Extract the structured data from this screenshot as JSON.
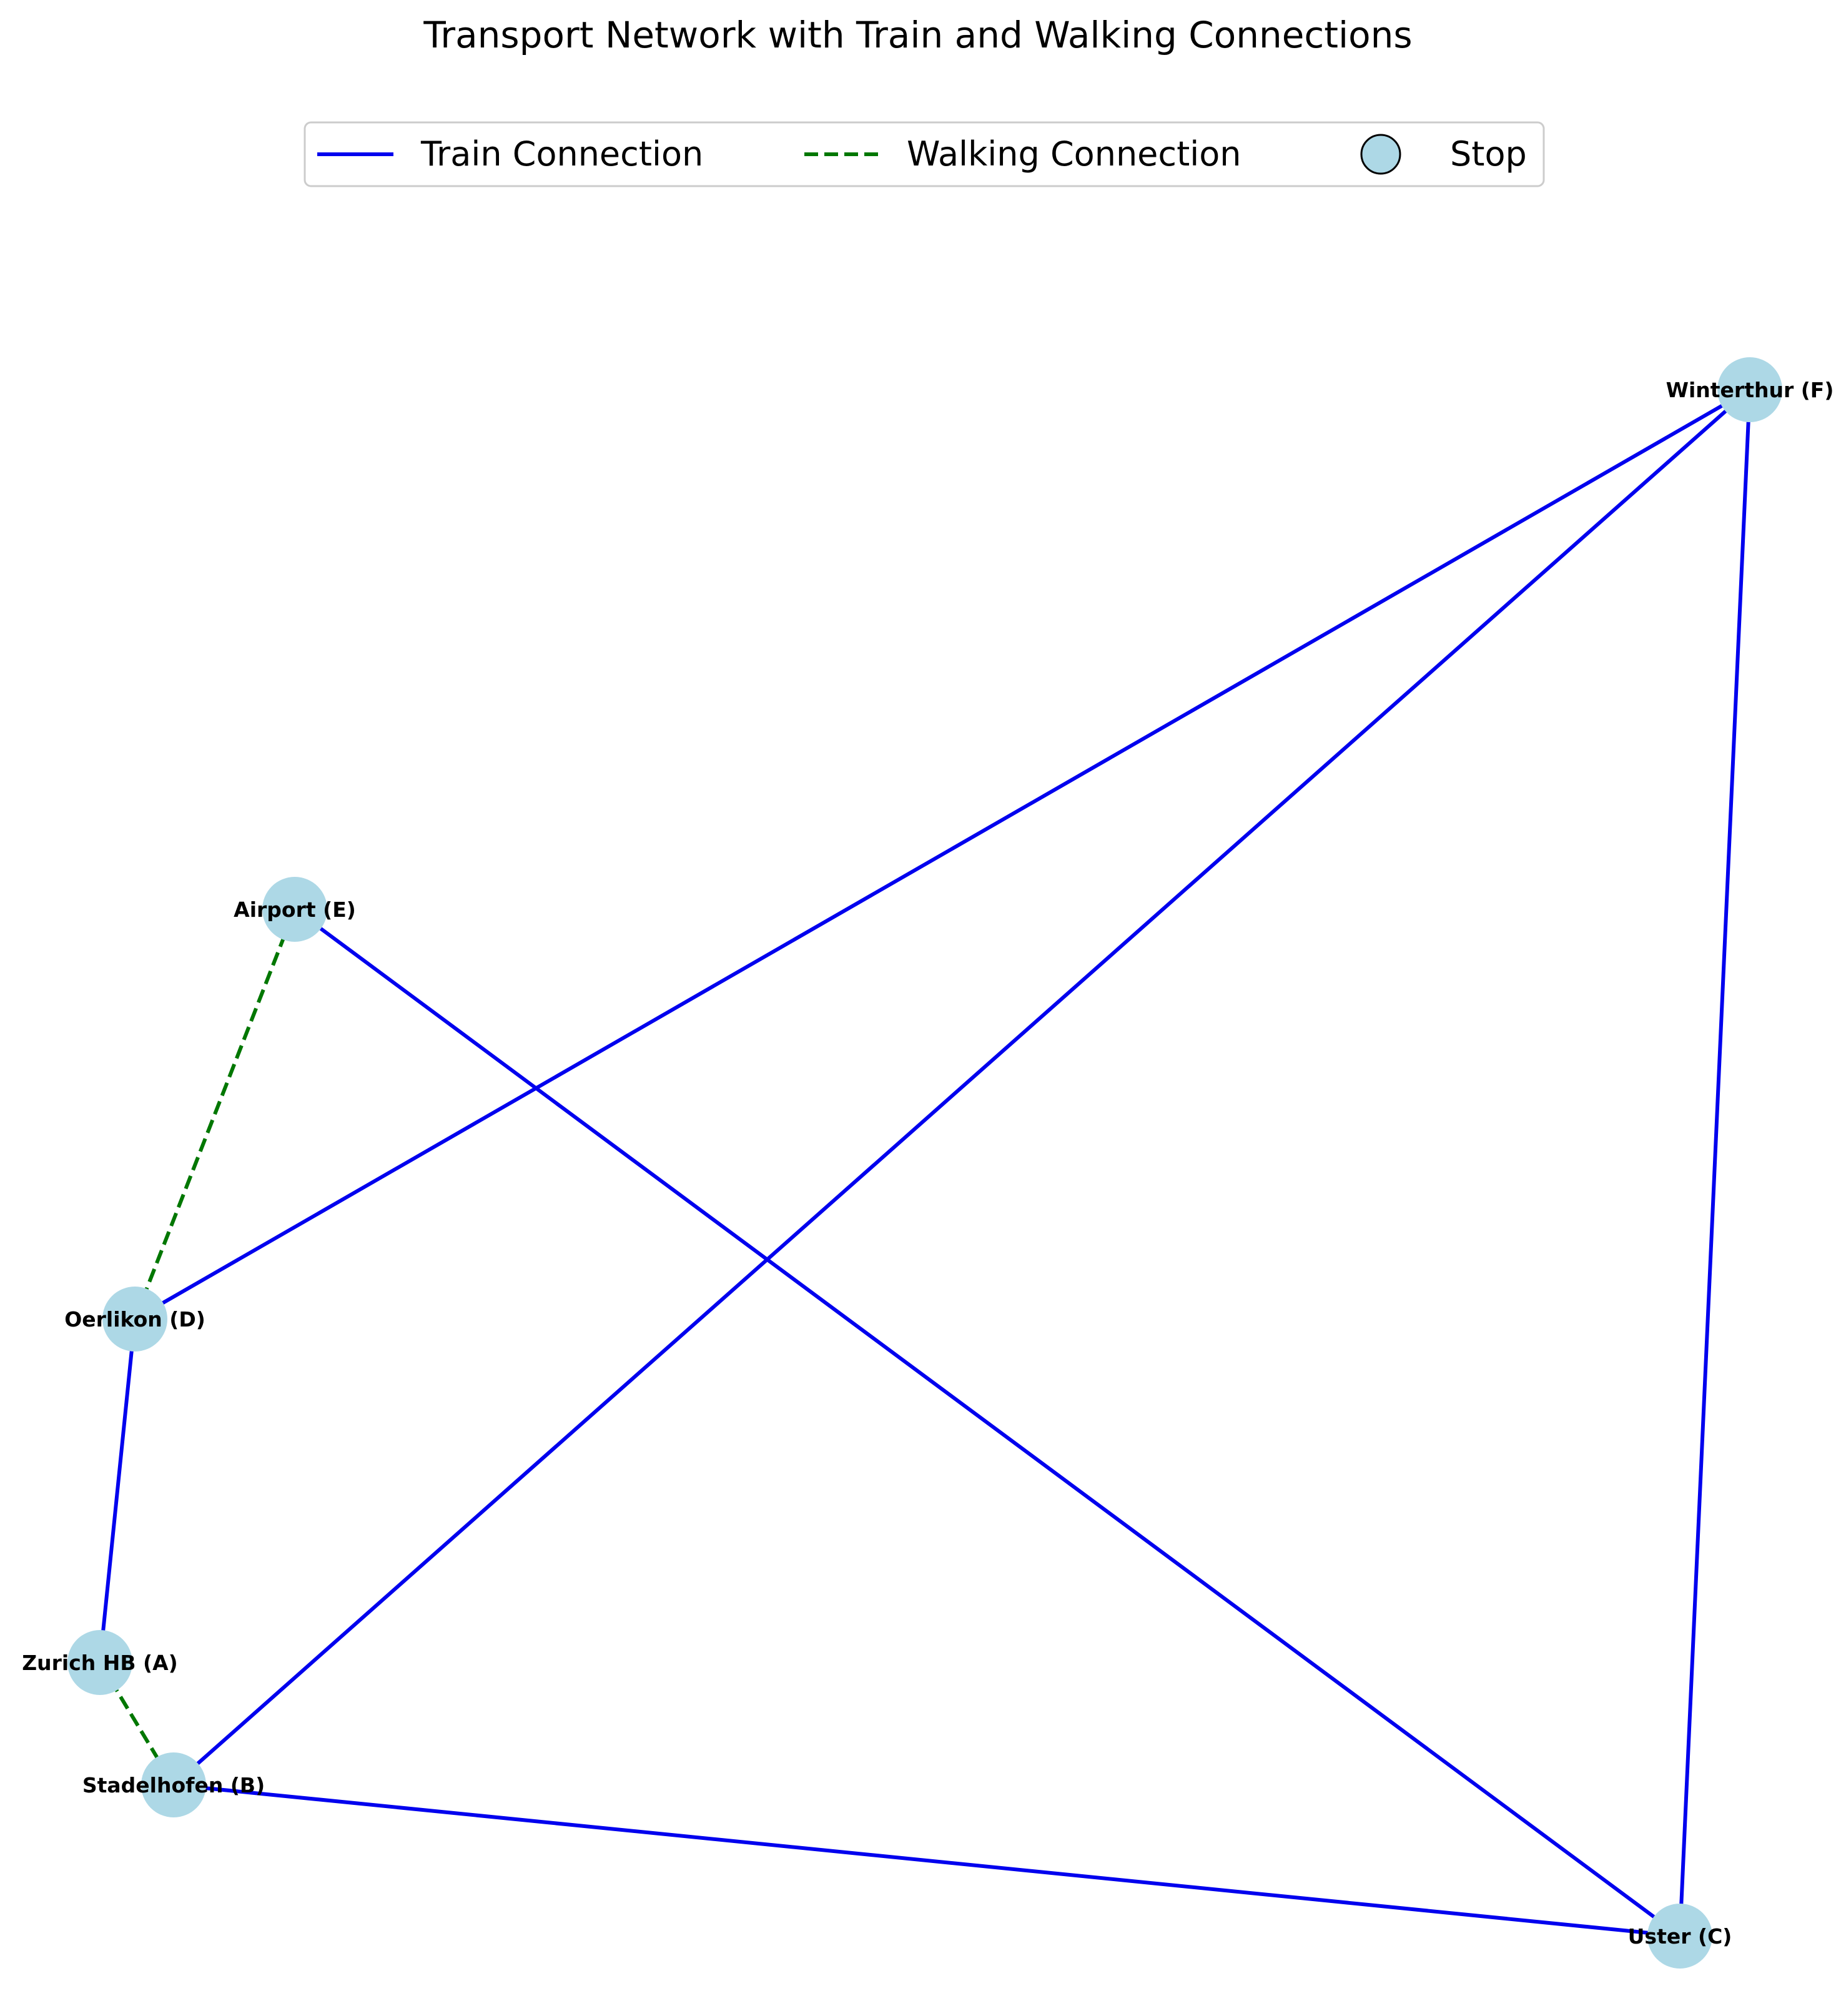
{
  "title": "Transport Network with Train and Walking Connections",
  "legend": {
    "train": "Train Connection",
    "walking": "Walking Connection",
    "stop": "Stop"
  },
  "colors": {
    "train": "#0000ee",
    "walking": "#007700",
    "stop_fill": "#add8e6",
    "stop_edge": "#000000"
  },
  "nodes": [
    {
      "id": "A",
      "label": "Zurich HB (A)"
    },
    {
      "id": "B",
      "label": "Stadelhofen (B)"
    },
    {
      "id": "C",
      "label": "Uster (C)"
    },
    {
      "id": "D",
      "label": "Oerlikon (D)"
    },
    {
      "id": "E",
      "label": "Airport (E)"
    },
    {
      "id": "F",
      "label": "Winterthur (F)"
    }
  ],
  "edges": [
    {
      "from": "A",
      "to": "B",
      "type": "walking"
    },
    {
      "from": "A",
      "to": "D",
      "type": "train"
    },
    {
      "from": "B",
      "to": "C",
      "type": "train"
    },
    {
      "from": "B",
      "to": "F",
      "type": "train"
    },
    {
      "from": "C",
      "to": "E",
      "type": "train"
    },
    {
      "from": "C",
      "to": "F",
      "type": "train"
    },
    {
      "from": "D",
      "to": "E",
      "type": "walking"
    },
    {
      "from": "D",
      "to": "F",
      "type": "train"
    }
  ]
}
